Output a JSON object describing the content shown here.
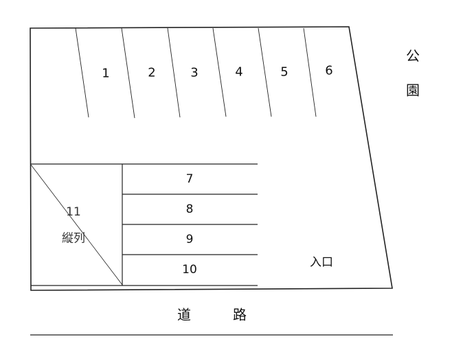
{
  "diagram": {
    "top_spaces": [
      "1",
      "2",
      "3",
      "4",
      "5",
      "6"
    ],
    "side_spaces": [
      "7",
      "8",
      "9",
      "10"
    ],
    "tandem_space": {
      "number": "11",
      "note": "縦列"
    },
    "entrance": "入口",
    "park": [
      "公",
      "園"
    ],
    "road": [
      "道",
      "路"
    ],
    "line_color": "#222222"
  }
}
